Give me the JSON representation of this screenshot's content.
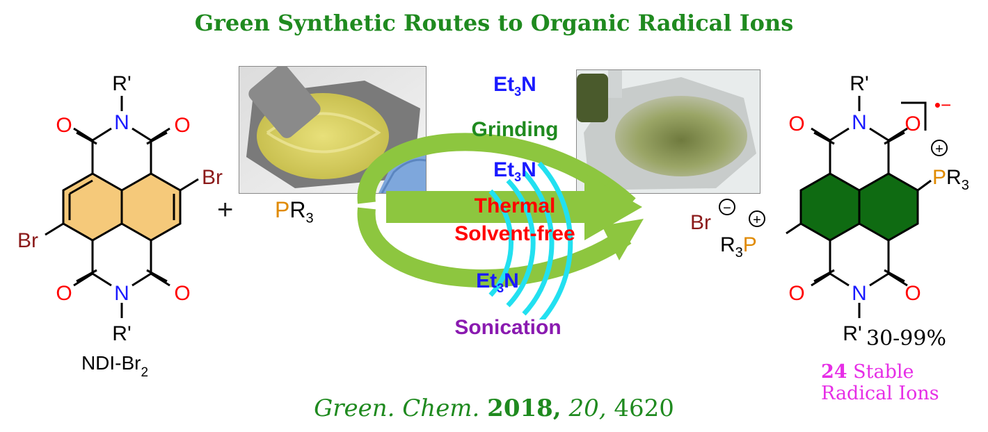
{
  "title": "Green Synthetic Routes to Organic Radical Ions",
  "reactant": {
    "label": "NDI-Br",
    "label_sub": "2",
    "R_top": "R'",
    "R_bottom": "R'",
    "N": "N",
    "O": "O",
    "Br": "Br"
  },
  "plus": "+",
  "reagent": {
    "P": "P",
    "R": "R",
    "sub": "3"
  },
  "conditions": {
    "base_1": {
      "et": "Et",
      "sub": "3",
      "n": "N"
    },
    "method_1": "Grinding",
    "base_2": {
      "et": "Et",
      "sub": "3",
      "n": "N"
    },
    "method_2a": "Thermal",
    "method_2b": "Solvent-free",
    "base_3": {
      "et": "Et",
      "sub": "3",
      "n": "N"
    },
    "method_3": "Sonication"
  },
  "product": {
    "R_top": "R'",
    "R_bottom": "R'",
    "PR3_right": "PR",
    "PR3_left": "R",
    "P": "P",
    "sub": "3",
    "charge_plus": "+",
    "counter_ion": "Br",
    "charge_minus": "−",
    "radical_charge": "•−",
    "yield": "30-99%"
  },
  "stable": {
    "count": "24",
    "text": "Stable Radical Ions"
  },
  "citation": {
    "journal": "Green. Chem.",
    "year": "2018,",
    "volume": "20,",
    "page": "4620"
  },
  "colors": {
    "title_green": "#1f8a1f",
    "arrow_green": "#8dc63f",
    "core_orange": "#f5c97a",
    "core_green": "#0f6b12",
    "oxygen_red": "#ff0000",
    "nitrogen_blue": "#1a1aff",
    "bromine_brown": "#8b1a1a",
    "phosphorus_orange": "#e08a00",
    "sonication_purple": "#8a1ab0",
    "wave_cyan": "#22e0f0",
    "magenta": "#e62ee6"
  }
}
